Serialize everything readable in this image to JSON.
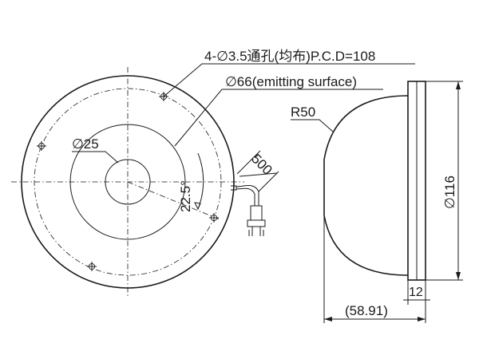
{
  "labels": {
    "holes": "4-∅3.5通孔(均布)P.C.D=108",
    "emitting": "∅66(emitting surface)",
    "center_hole": "∅25",
    "angle": "22.5°",
    "cable": "500",
    "radius": "R50",
    "diameter": "∅116",
    "flange": "12",
    "depth": "(58.91)"
  }
}
